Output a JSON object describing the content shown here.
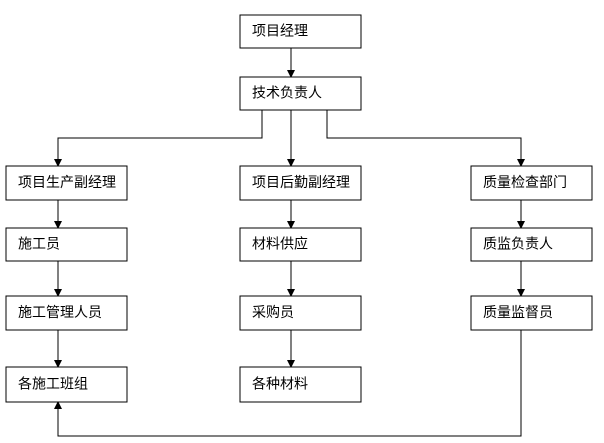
{
  "nodes": {
    "pm": "项目经理",
    "tech_lead": "技术负责人",
    "prod_deputy": "项目生产副经理",
    "logistics_deputy": "项目后勤副经理",
    "quality_dept": "质量检查部门",
    "construction_staff": "施工员",
    "materials_supply": "材料供应",
    "quality_lead": "质监负责人",
    "construction_mgmt": "施工管理人员",
    "purchaser": "采购员",
    "quality_supervisor": "质量监督员",
    "work_teams": "各施工班组",
    "materials": "各种材料"
  },
  "colors": {
    "line": "#000000",
    "box_fill": "#ffffff",
    "text": "#000000"
  }
}
